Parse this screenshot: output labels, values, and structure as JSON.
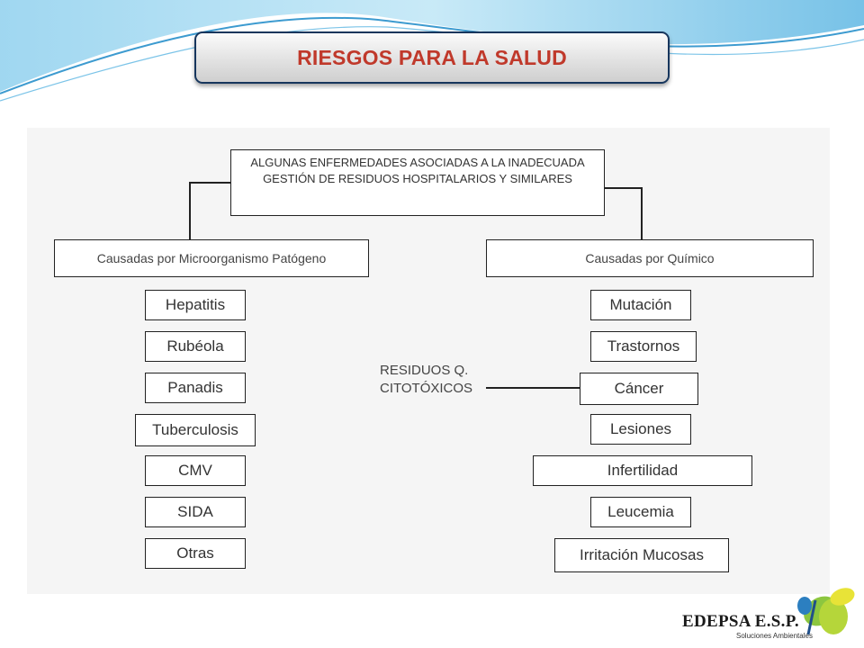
{
  "slide": {
    "title": "RIESGOS PARA LA SALUD",
    "colors": {
      "title": "#c0392b",
      "title_border": "#17365d",
      "swoosh": "#4aa6d8"
    }
  },
  "diagram": {
    "root": "ALGUNAS ENFERMEDADES ASOCIADAS A LA INADECUADA GESTIÓN DE RESIDUOS HOSPITALARIOS Y SIMILARES",
    "left": {
      "label": "Causadas por Microorganismo Patógeno",
      "items": [
        "Hepatitis",
        "Rubéola",
        "Panadis",
        "Tuberculosis",
        "CMV",
        "SIDA",
        "Otras"
      ]
    },
    "right": {
      "label": "Causadas por Químico",
      "items": [
        "Mutación",
        "Trastornos",
        "Cáncer",
        "Lesiones",
        "Infertilidad",
        "Leucemia",
        "Irritación Mucosas"
      ]
    },
    "side_label": "RESIDUOS Q. CITOTÓXICOS"
  },
  "logo": {
    "name": "EDEPSA E.S.P.",
    "tagline": "Soluciones Ambientales"
  }
}
